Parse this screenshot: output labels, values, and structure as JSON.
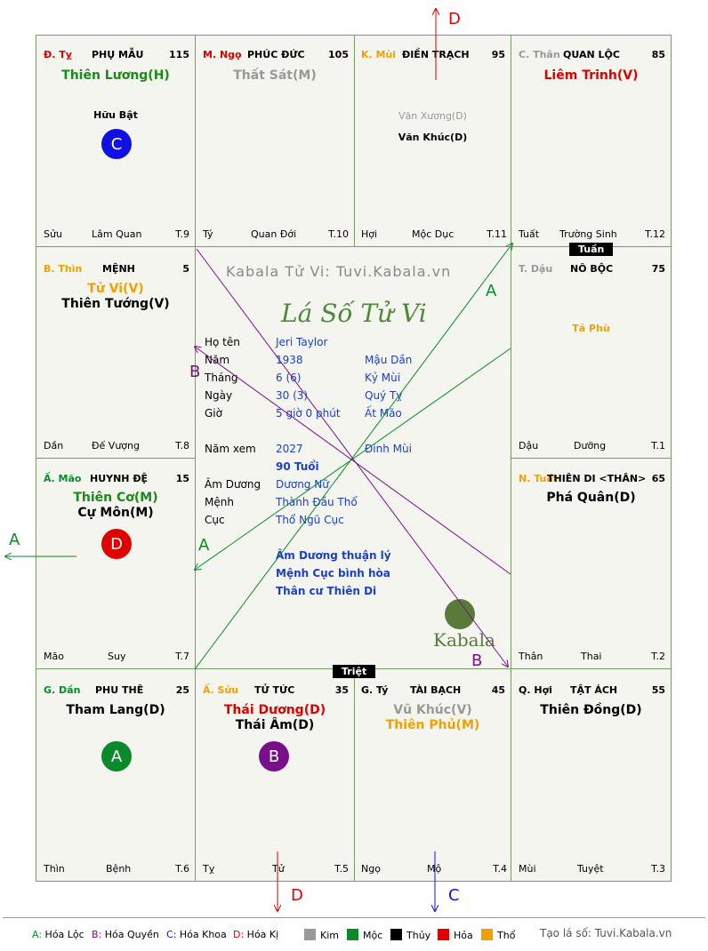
{
  "colors": {
    "kim": "#999999",
    "moc": "#0a8a2a",
    "thuy": "#000000",
    "hoa": "#e00000",
    "tho": "#f0a000",
    "luong": "#1a8a1a",
    "blue": "#1c3fc7",
    "purple": "#7a0f8a"
  },
  "cells": [
    {
      "key": "ty6",
      "branch": "Đ. Tỵ",
      "palace": "PHỤ MẪU",
      "num": "115",
      "stars": [
        "Thiên Lương(H)"
      ],
      "minors": [
        "Hữu Bật"
      ],
      "badge": "C",
      "bl": "Sửu",
      "bc": "Lâm Quan",
      "br": "T.9"
    },
    {
      "key": "ngo",
      "branch": "M. Ngọ",
      "palace": "PHÚC ĐỨC",
      "num": "105",
      "stars": [
        "Thất Sát(M)"
      ],
      "minors": [],
      "bl": "Tý",
      "bc": "Quan Đới",
      "br": "T.10"
    },
    {
      "key": "mui",
      "branch": "K. Mùi",
      "palace": "ĐIỀN TRẠCH",
      "num": "95",
      "stars": [],
      "minors": [
        "Văn Xương(D)",
        "Văn Khúc(D)"
      ],
      "bl": "Hợi",
      "bc": "Mộc Dục",
      "br": "T.11"
    },
    {
      "key": "than",
      "branch": "C. Thân",
      "palace": "QUAN LỘC",
      "num": "85",
      "stars": [
        "Liêm Trinh(V)"
      ],
      "minors": [],
      "bl": "Tuất",
      "bc": "Trường Sinh",
      "br": "T.12"
    },
    {
      "key": "thin",
      "branch": "B. Thìn",
      "palace": "MỆNH",
      "num": "5",
      "stars": [
        "Tử Vi(V)",
        "Thiên Tướng(V)"
      ],
      "minors": [],
      "bl": "Dần",
      "bc": "Đế Vượng",
      "br": "T.8"
    },
    {
      "key": "dau",
      "branch": "T. Dậu",
      "palace": "NÔ BỘC",
      "num": "75",
      "stars": [],
      "minors": [
        "Tả Phù"
      ],
      "bl": "Dậu",
      "bc": "Dưỡng",
      "br": "T.1"
    },
    {
      "key": "mao",
      "branch": "Ấ. Mão",
      "palace": "HUYNH ĐỆ",
      "num": "15",
      "stars": [
        "Thiên Cơ(M)",
        "Cự Môn(M)"
      ],
      "minors": [],
      "badge": "D",
      "bl": "Mão",
      "bc": "Suy",
      "br": "T.7"
    },
    {
      "key": "tuat",
      "branch": "N. Tuất",
      "palace": "THIÊN DI <THÂN>",
      "num": "65",
      "stars": [
        "Phá Quân(D)"
      ],
      "minors": [],
      "bl": "Thân",
      "bc": "Thai",
      "br": "T.2"
    },
    {
      "key": "dan",
      "branch": "G. Dần",
      "palace": "PHU THÊ",
      "num": "25",
      "stars": [
        "Tham Lang(D)"
      ],
      "minors": [],
      "badge": "A",
      "bl": "Thìn",
      "bc": "Bệnh",
      "br": "T.6"
    },
    {
      "key": "suu",
      "branch": "Ấ. Sửu",
      "palace": "TỬ TỨC",
      "num": "35",
      "stars": [
        "Thái Dương(D)",
        "Thái Âm(D)"
      ],
      "minors": [],
      "badge": "B",
      "bl": "Tỵ",
      "bc": "Tử",
      "br": "T.5"
    },
    {
      "key": "ty",
      "branch": "G. Tý",
      "palace": "TÀI BẠCH",
      "num": "45",
      "stars": [
        "Vũ Khúc(V)",
        "Thiên Phủ(M)"
      ],
      "minors": [],
      "bl": "Ngọ",
      "bc": "Mộ",
      "br": "T.4"
    },
    {
      "key": "hoi",
      "branch": "Q. Hợi",
      "palace": "TẬT ÁCH",
      "num": "55",
      "stars": [
        "Thiên Đồng(D)"
      ],
      "minors": [],
      "bl": "Mùi",
      "bc": "Tuyệt",
      "br": "T.3"
    }
  ],
  "tags": {
    "tuan": "Tuần",
    "triet": "Triệt"
  },
  "center": {
    "watermark": "Kabala Tử Vi: Tuvi.Kabala.vn",
    "title": "Lá Số Tử Vi",
    "rows": [
      {
        "label": "Họ tên",
        "v1": "Jeri Taylor",
        "v2": ""
      },
      {
        "label": "Năm",
        "v1": "1938",
        "v2": "Mậu Dần"
      },
      {
        "label": "Tháng",
        "v1": "6  (6)",
        "v2": "Kỷ Mùi"
      },
      {
        "label": "Ngày",
        "v1": "30  (3)",
        "v2": "Quý Tỵ"
      },
      {
        "label": "Giờ",
        "v1": "5 giờ 0 phút",
        "v2": "Ất Mão"
      },
      {
        "label": "Năm xem",
        "v1": "2027",
        "v2": "Đinh Mùi"
      },
      {
        "label": "",
        "v1": "90 Tuổi",
        "v2": ""
      },
      {
        "label": "Âm Dương",
        "v1": "Dương Nữ",
        "v2": ""
      },
      {
        "label": "Mệnh",
        "v1": "Thành Đầu Thổ",
        "v2": ""
      },
      {
        "label": "Cục",
        "v1": "Thổ Ngũ Cục",
        "v2": ""
      }
    ],
    "notes": [
      "Âm Dương thuận lý",
      "Mệnh Cục bình hòa",
      "Thân cư Thiên Di"
    ],
    "logo": "Kabala"
  },
  "arrows": {
    "d_top": "D",
    "a_left": "A",
    "a_upper": "A",
    "a_lower": "A",
    "b_upper": "B",
    "b_lower": "B",
    "d_bottom": "D",
    "c_bottom": "C"
  },
  "legend": {
    "a": "A: Hóa Lộc",
    "b": "B: Hóa Quyền",
    "c": "C: Hóa Khoa",
    "d": "D: Hóa Kị",
    "kim": "Kim",
    "moc": "Mộc",
    "thuy": "Thủy",
    "hoa": "Hỏa",
    "tho": "Thổ",
    "site": "Tạo lá số: Tuvi.Kabala.vn"
  }
}
